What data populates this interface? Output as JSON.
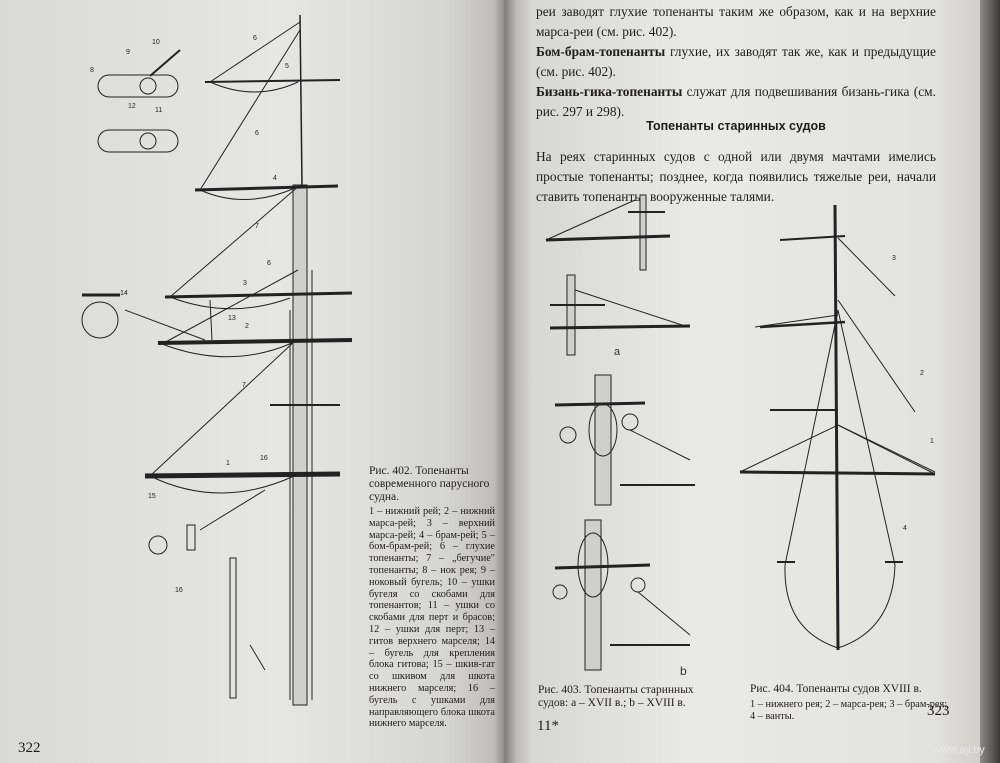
{
  "left_page": {
    "figure_402": {
      "caption": "Рис. 402. Топенанты современного парусного судна.",
      "legend": "1 – нижний рей; 2 – нижний марса-рей; 3 – верхний марса-рей; 4 – брам-рей; 5 – бом-брам-рей; 6 – глухие топенанты; 7 – „бегучие\" топенанты; 8 – нок рея; 9 – ноковый бугель; 10 – ушки бугеля со скобами для топенантов; 11 – ушки со скобами для перт и брасов; 12 – ушки для перт; 13 – гитов верхнего марселя; 14 – бугель для крепления блока гитова; 15 – шкив-гат со шкивом для шкота нижнего марселя; 16 – бугель с ушками для направляющего блока шкота нижнего марселя.",
      "labels": [
        "1",
        "2",
        "3",
        "4",
        "5",
        "6",
        "7",
        "8",
        "9",
        "10",
        "11",
        "12",
        "13",
        "14",
        "15",
        "16"
      ]
    },
    "page_number": "322"
  },
  "right_page": {
    "top_paragraph": "реи заводят глухие топенанты таким же образом, как и на верхние марса-реи (см. рис. 402).",
    "para_bombram_term": "Бом-брам-топенанты",
    "para_bombram_text": " глухие, их заводят так же, как и предыдущие (см. рис. 402).",
    "para_bizan_term": "Бизань-гика-топенанты",
    "para_bizan_text": " служат для подвешивания бизань-гика (см. рис. 297 и 298).",
    "section_title": "Топенанты старинных судов",
    "section_paragraph": "На реях старинных судов с одной или двумя мачтами имелись простые топенанты; позднее, когда появились тяжелые реи, начали ставить топенанты, вооруженные талями.",
    "figure_403": {
      "caption": "Рис. 403. Топенанты старинных судов: a – XVII в.; b – XVIII в.",
      "label_a": "a",
      "label_b": "b"
    },
    "figure_404": {
      "caption": "Рис. 404. Топенанты судов XVIII в.",
      "legend": "1 – нижнего рея; 2 – марса-рея; 3 – брам-рея; 4 – ванты.",
      "labels": [
        "1",
        "2",
        "3",
        "4"
      ]
    },
    "signature_mark": "11*",
    "page_number": "323"
  },
  "watermark": "www.ay.by"
}
